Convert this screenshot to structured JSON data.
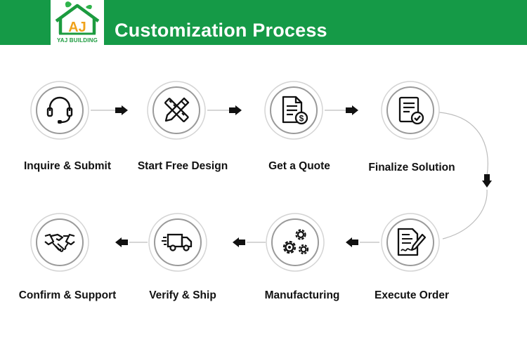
{
  "header": {
    "title": "Customization Process"
  },
  "logo": {
    "text": "YAJ BUILDING",
    "glyphs": "AJ"
  },
  "colors": {
    "brand_green": "#159a47",
    "logo_green": "#1c9b3f",
    "ring_gray": "#bdbdbd",
    "arrow": "#111111"
  },
  "steps": [
    {
      "label": "Inquire & Submit",
      "icon": "headset-icon"
    },
    {
      "label": "Start Free Design",
      "icon": "pencil-ruler-icon"
    },
    {
      "label": "Get a Quote",
      "icon": "quote-document-icon"
    },
    {
      "label": "Finalize Solution",
      "icon": "check-document-icon"
    },
    {
      "label": "Execute Order",
      "icon": "signed-contract-icon"
    },
    {
      "label": "Manufacturing",
      "icon": "gears-icon"
    },
    {
      "label": "Verify & Ship",
      "icon": "delivery-truck-icon"
    },
    {
      "label": "Confirm & Support",
      "icon": "handshake-icon"
    }
  ]
}
